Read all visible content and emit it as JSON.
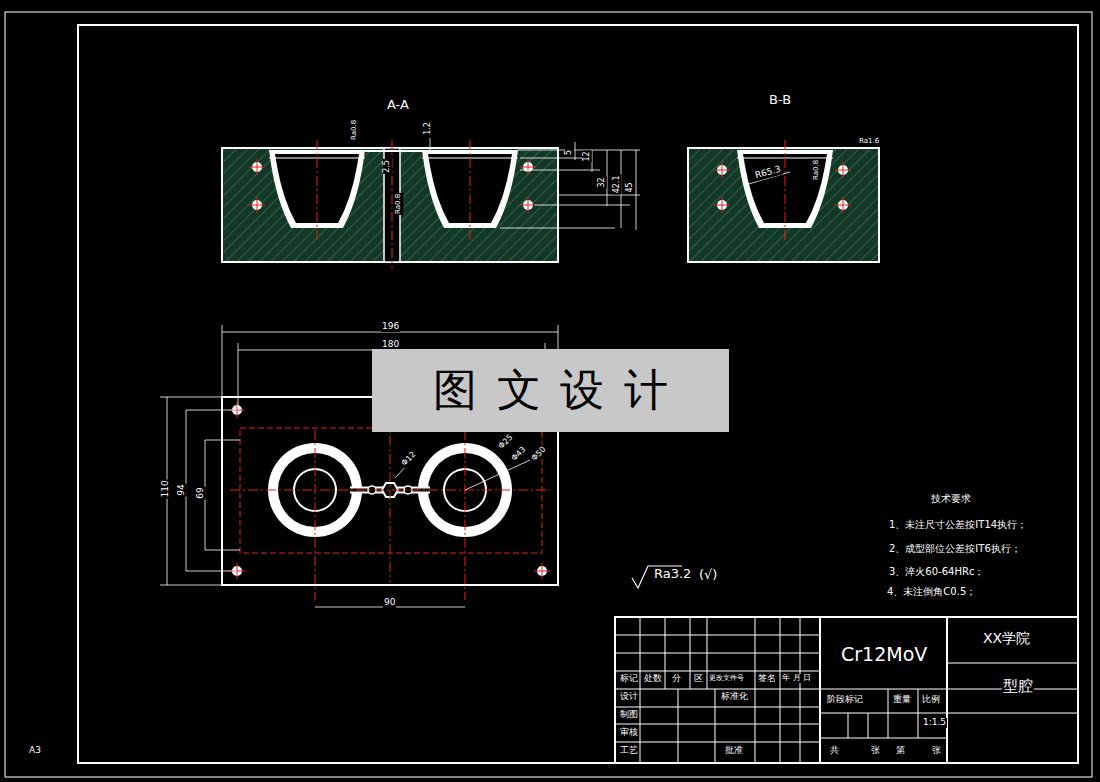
{
  "diagram": {
    "nodes": [
      {
        "text": [
          "图文设计"
        ]
      }
    ],
    "labels": [
      "A-A",
      "B-B",
      "Ra0.8",
      "1.2",
      "5",
      "12",
      "32",
      "42.1",
      "45",
      "2.5",
      "Ra0.8",
      "R65.3",
      "Ra0.8",
      "Ra1.6",
      "196",
      "180",
      "110",
      "94",
      "69",
      "90",
      "Φ12",
      "Φ25",
      "Φ43",
      "Φ50",
      "Ra3.2",
      "(√)",
      "技术要求",
      "1、未注尺寸公差按IT14执行；",
      "2、成型部位公差按IT6执行；",
      "3、淬火60-64HRc；",
      "4、未注倒角C0.5；",
      "Cr12MoV",
      "XX学院",
      "型腔",
      "标记",
      "处数",
      "分",
      "区",
      "更改文件号",
      "签名",
      "年 月 日",
      "设计",
      "标准化",
      "制图",
      "审核",
      "工艺",
      "批准",
      "阶段标记",
      "重量",
      "比例",
      "1:1.5",
      "共",
      "张",
      "第",
      "张",
      "A3"
    ]
  }
}
